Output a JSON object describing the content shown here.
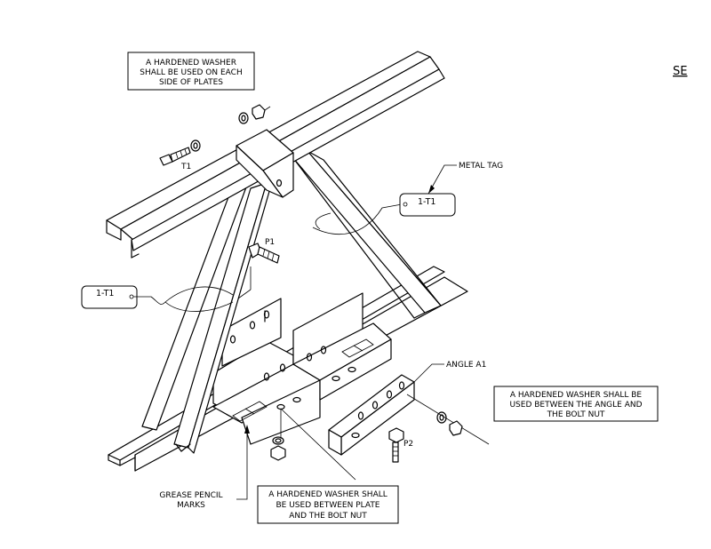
{
  "view_label": "SE",
  "notes": {
    "washer_plates": [
      "A HARDENED WASHER",
      "SHALL BE USED ON EACH",
      "SIDE OF PLATES"
    ],
    "washer_angle": [
      "A HARDENED WASHER SHALL BE",
      "USED BETWEEN THE ANGLE AND",
      "THE BOLT NUT"
    ],
    "washer_plate_nut": [
      "A HARDENED WASHER SHALL",
      "BE USED BETWEEN PLATE",
      "AND THE BOLT NUT"
    ],
    "grease": [
      "GREASE PENCIL",
      "MARKS"
    ]
  },
  "labels": {
    "metal_tag": "METAL TAG",
    "tag_right": "1-T1",
    "tag_left": "1-T1",
    "angle_a1": "ANGLE A1",
    "t1": "T1",
    "p1": "P1",
    "p2": "P2"
  }
}
